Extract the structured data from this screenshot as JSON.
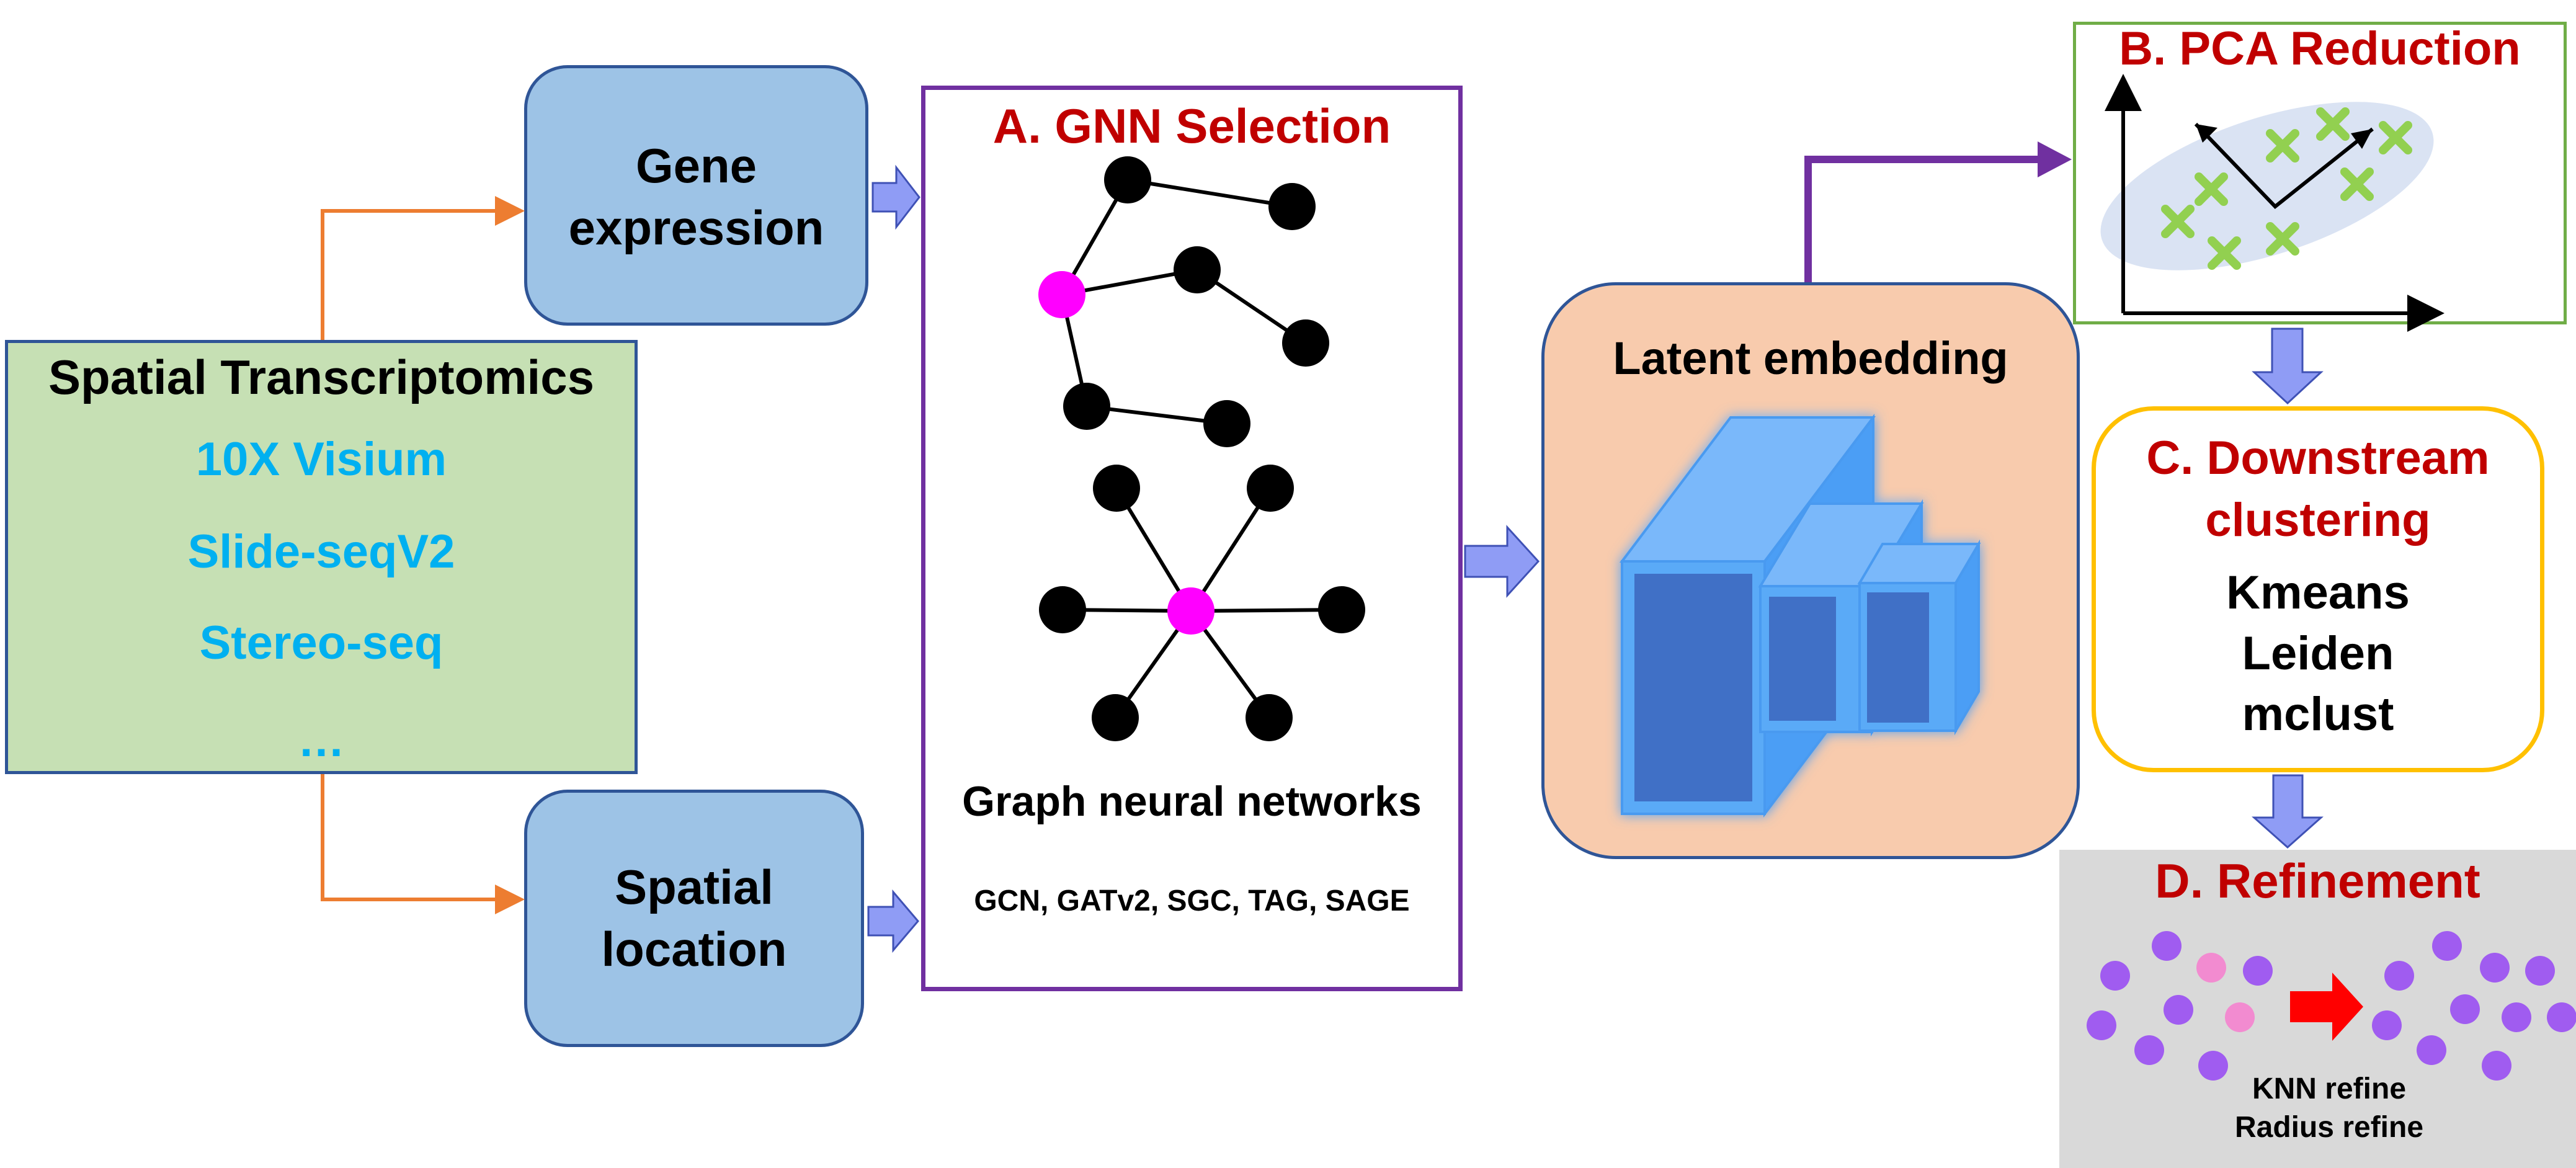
{
  "source": {
    "title": "Spatial Transcriptomics",
    "items": [
      "10X Visium",
      "Slide-seqV2",
      "Stereo-seq",
      "…"
    ]
  },
  "inputs": {
    "gene": [
      "Gene",
      "expression"
    ],
    "spatial": [
      "Spatial",
      "location"
    ]
  },
  "gnn": {
    "title": "A. GNN Selection",
    "caption": "Graph neural networks",
    "models": "GCN, GATv2, SGC, TAG, SAGE"
  },
  "latent": {
    "title": "Latent embedding"
  },
  "pca": {
    "title": "B. PCA Reduction"
  },
  "clustering": {
    "title": [
      "C. Downstream",
      "clustering"
    ],
    "methods": [
      "Kmeans",
      "Leiden",
      "mclust"
    ]
  },
  "refinement": {
    "title": "D. Refinement",
    "methods": [
      "KNN refine",
      "Radius refine"
    ]
  },
  "colors": {
    "source_fill": "#c6e0b4",
    "box_blue": "#9dc3e6",
    "title_red": "#c00000",
    "item_cyan": "#00b0f0",
    "gnn_border": "#7030a0",
    "node_magenta": "#ff00ff",
    "latent_fill": "#f8cbad",
    "pca_border": "#70ad47",
    "cluster_border": "#ffc000",
    "refine_fill": "#d9d9d9",
    "orange_arrow": "#ed7d31",
    "block_arrow": "#8f9cf5",
    "cube_blue": "#5aaaf7",
    "point_purple": "#a05cf0",
    "point_pink": "#f28bd0"
  }
}
